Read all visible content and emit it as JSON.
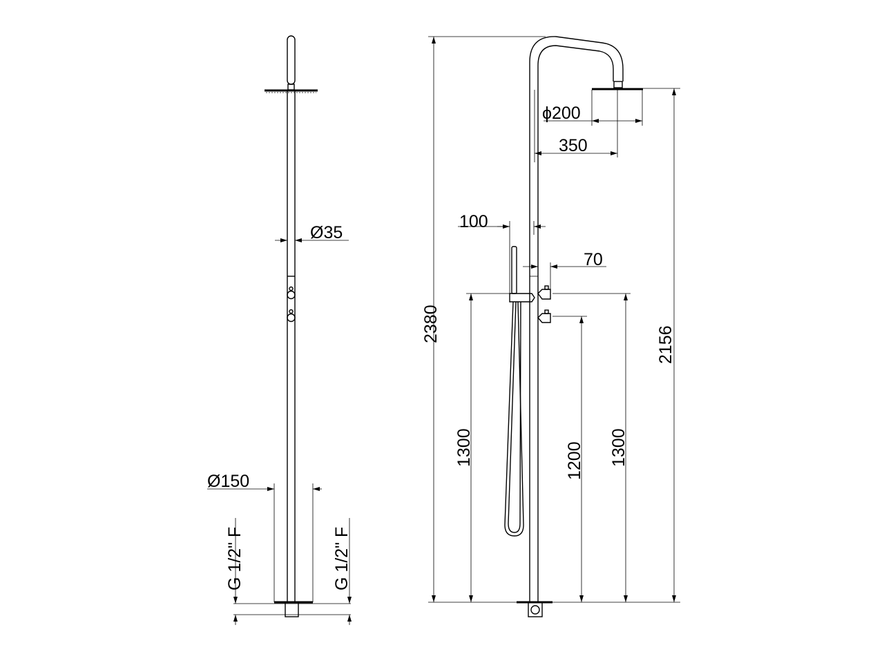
{
  "side_view": {
    "pipe_diameter_label": "Ø35",
    "base_diameter_label": "Ø150",
    "connection_left_label": "G 1/2\" F",
    "connection_right_label": "G 1/2\" F"
  },
  "front_view": {
    "total_height_label": "2380",
    "head_height_label": "2156",
    "head_diameter_label": "ϕ200",
    "arm_reach_label": "350",
    "handshower_offset_label": "100",
    "valve_offset_label": "70",
    "handshower_height_label": "1300",
    "lower_valve_height_label": "1200",
    "upper_valve_height_label": "1300"
  }
}
